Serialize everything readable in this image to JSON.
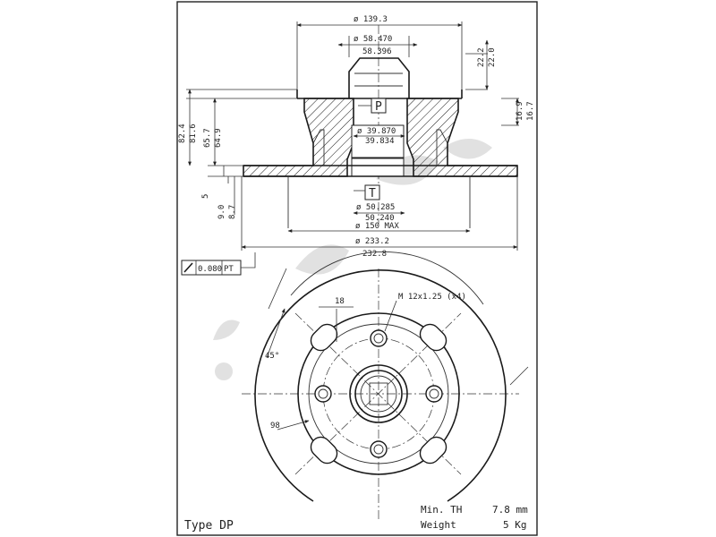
{
  "top_view": {
    "dims": {
      "d_139": "ø 139.3",
      "d_58a": "ø 58.470",
      "d_58b": "58.396",
      "h_22_2": "22.2",
      "h_22_0": "22.0",
      "h_82_4": "82.4",
      "h_81_6": "81.6",
      "h_65_7": "65.7",
      "h_64_9": "64.9",
      "h_16_9": "16.9",
      "h_16_7": "16.7",
      "d_39a": "ø 39.870",
      "d_39b": "39.834",
      "h_5": "5",
      "h_9_0": "9.0",
      "h_8_7": "8.7",
      "d_50a": "ø 50.285",
      "d_50b": "50.240",
      "d_150": "ø 150 MAX",
      "d_233a": "ø 233.2",
      "d_233b": "232.8"
    },
    "tags": {
      "p": "P",
      "t": "T"
    }
  },
  "tolerance": {
    "value": "0.080",
    "ref": "PT"
  },
  "front_view": {
    "dim_18": "18",
    "thread": "M 12x1.25 (x4)",
    "angle": "45°",
    "pcd": "98"
  },
  "footer": {
    "type_label": "Type DP",
    "min_th_label": "Min. TH",
    "min_th_value": "7.8 mm",
    "weight_label": "Weight",
    "weight_value": "5 Kg"
  }
}
